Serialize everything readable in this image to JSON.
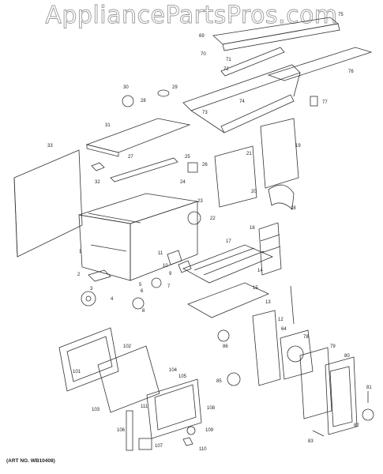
{
  "watermark": "AppliancePartsPros.com",
  "art_no": "(ART NO. WB10408)",
  "part_numbers": {
    "n1": "1",
    "n2": "2",
    "n3": "3",
    "n4": "4",
    "n5": "5",
    "n6": "6",
    "n7": "7",
    "n8": "8",
    "n9": "9",
    "n10": "10",
    "n11": "11",
    "n12": "12",
    "n13": "13",
    "n14": "14",
    "n15": "15",
    "n16": "16",
    "n17": "17",
    "n18": "18",
    "n19": "19",
    "n20": "20",
    "n21": "21",
    "n22": "22",
    "n23": "23",
    "n24": "24",
    "n25": "25",
    "n26": "26",
    "n27": "27",
    "n28": "28",
    "n29": "29",
    "n30": "30",
    "n31": "31",
    "n32": "32",
    "n33": "33",
    "n64": "64",
    "n69": "69",
    "n70": "70",
    "n71": "71",
    "n72": "72",
    "n73": "73",
    "n74": "74",
    "n75": "75",
    "n76": "76",
    "n77": "77",
    "n78": "78",
    "n79": "79",
    "n80": "80",
    "n81": "81",
    "n82": "82",
    "n83": "83",
    "n85": "85",
    "n86": "86",
    "n101": "101",
    "n102": "102",
    "n103": "103",
    "n104": "104",
    "n105": "105",
    "n106": "106",
    "n107": "107",
    "n108": "108",
    "n109": "109",
    "n110": "110",
    "n111": "111"
  }
}
